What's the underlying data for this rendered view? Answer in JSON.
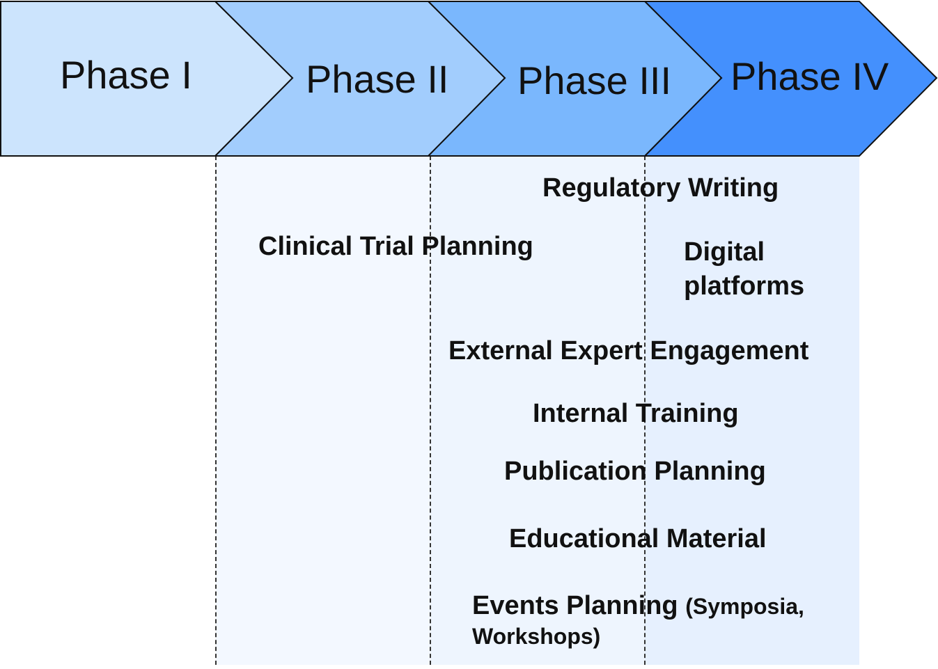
{
  "phases": [
    {
      "label": "Phase I",
      "fill": "#cce4fd"
    },
    {
      "label": "Phase II",
      "fill": "#a2cdfd"
    },
    {
      "label": "Phase III",
      "fill": "#7ab7fd"
    },
    {
      "label": "Phase IV",
      "fill": "#4490fd"
    }
  ],
  "colors": {
    "outline": "#111111",
    "divider": "#333333",
    "lane_light": "#f3f8ff",
    "lane_mid": "#eef5fe",
    "lane_dark": "#e6f0fe"
  },
  "activities": {
    "regulatory_writing": "Regulatory Writing",
    "clinical_trial_planning": "Clinical Trial Planning",
    "digital_platforms_line1": "Digital",
    "digital_platforms_line2": "platforms",
    "external_expert_engagement": "External Expert Engagement",
    "internal_training": "Internal Training",
    "publication_planning": "Publication Planning",
    "educational_material": "Educational Material",
    "events_planning_main": "Events Planning",
    "events_planning_detail_1": "(Symposia,",
    "events_planning_detail_2": "Workshops)"
  }
}
